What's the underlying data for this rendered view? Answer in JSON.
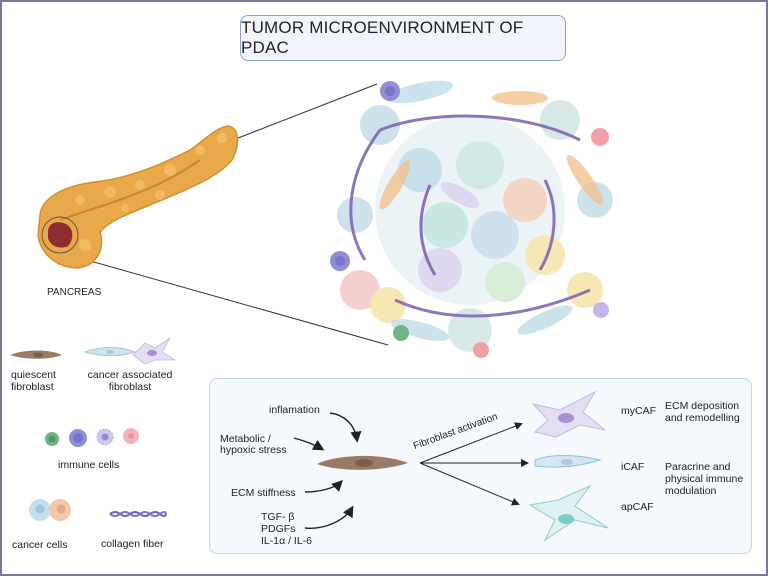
{
  "title": "TUMOR MICROENVIRONMENT OF PDAC",
  "organ": {
    "label": "PANCREAS",
    "colors": {
      "tissue": "#e9a94a",
      "tumor": "#8e2d2f"
    }
  },
  "legend": {
    "quiescent_fibroblast": [
      "quiescent",
      "fibroblast"
    ],
    "cancer_associated_fibroblast": [
      "cancer associated",
      "fibroblast"
    ],
    "immune_cells": "immune cells",
    "cancer_cells": "cancer cells",
    "collagen_fiber": "collagen fiber"
  },
  "activation_panel": {
    "inputs": {
      "inflamation": "inflamation",
      "metabolic": [
        "Metabolic /",
        "hypoxic stress"
      ],
      "ecm_stiffness": "ECM stiffness",
      "factors": [
        "TGF- β",
        "PDGFs",
        "IL-1α / IL-6"
      ]
    },
    "process_label": "Fibroblast activation",
    "subtypes": [
      {
        "name": "myCAF",
        "function": [
          "ECM deposition",
          "and remodelling"
        ]
      },
      {
        "name": "iCAF",
        "function": [
          "Paracrine and",
          "physical immune",
          "modulation"
        ]
      },
      {
        "name": "apCAF",
        "function": []
      }
    ]
  },
  "colors": {
    "frame": "#75799a",
    "title_border": "#8aa2cf",
    "panel_bg": "#f5f8fc",
    "quiescent": "#9c7b66",
    "mycaf": "#d9d2ec",
    "icaf": "#cfe3ee",
    "apcaf": "#d9eef0",
    "collagen": "#7a5fae"
  }
}
